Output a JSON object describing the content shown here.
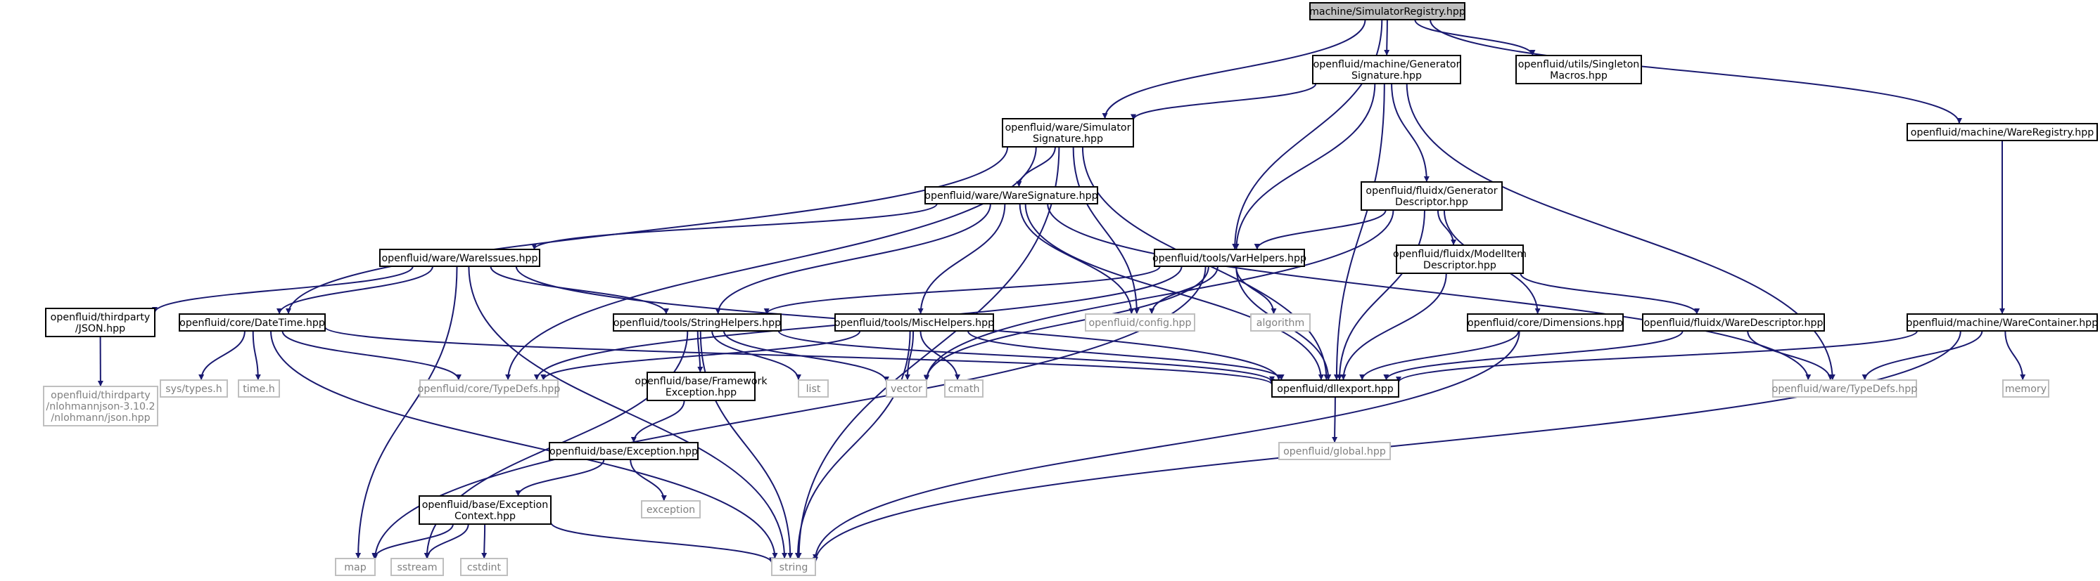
{
  "colors": {
    "edge": "#191970",
    "root_fill": "#bfbfbf",
    "node_border": "#000000",
    "external_border": "#bfbfbf",
    "external_text": "#808080",
    "text": "#000000"
  },
  "nodes": [
    {
      "id": "simreg",
      "lines": [
        "machine/SimulatorRegistry.hpp"
      ],
      "kind": "root"
    },
    {
      "id": "gensig",
      "lines": [
        "openfluid/machine/Generator",
        "Signature.hpp"
      ],
      "kind": "normal"
    },
    {
      "id": "singleton",
      "lines": [
        "openfluid/utils/Singleton",
        "Macros.hpp"
      ],
      "kind": "normal"
    },
    {
      "id": "simsig",
      "lines": [
        "openfluid/ware/Simulator",
        "Signature.hpp"
      ],
      "kind": "normal"
    },
    {
      "id": "wareregistry",
      "lines": [
        "openfluid/machine/WareRegistry.hpp"
      ],
      "kind": "normal"
    },
    {
      "id": "waresig",
      "lines": [
        "openfluid/ware/WareSignature.hpp"
      ],
      "kind": "normal"
    },
    {
      "id": "gendesc",
      "lines": [
        "openfluid/fluidx/Generator",
        "Descriptor.hpp"
      ],
      "kind": "normal"
    },
    {
      "id": "wareissues",
      "lines": [
        "openfluid/ware/WareIssues.hpp"
      ],
      "kind": "normal"
    },
    {
      "id": "varhelpers",
      "lines": [
        "openfluid/tools/VarHelpers.hpp"
      ],
      "kind": "normal"
    },
    {
      "id": "modelitem",
      "lines": [
        "openfluid/fluidx/ModelItem",
        "Descriptor.hpp"
      ],
      "kind": "normal"
    },
    {
      "id": "json",
      "lines": [
        "openfluid/thirdparty",
        "/JSON.hpp"
      ],
      "kind": "normal"
    },
    {
      "id": "datetime",
      "lines": [
        "openfluid/core/DateTime.hpp"
      ],
      "kind": "normal"
    },
    {
      "id": "stringhelpers",
      "lines": [
        "openfluid/tools/StringHelpers.hpp"
      ],
      "kind": "normal"
    },
    {
      "id": "mischelpers",
      "lines": [
        "openfluid/tools/MiscHelpers.hpp"
      ],
      "kind": "normal"
    },
    {
      "id": "config",
      "lines": [
        "openfluid/config.hpp"
      ],
      "kind": "external"
    },
    {
      "id": "algorithm",
      "lines": [
        "algorithm"
      ],
      "kind": "external"
    },
    {
      "id": "dimensions",
      "lines": [
        "openfluid/core/Dimensions.hpp"
      ],
      "kind": "normal"
    },
    {
      "id": "waredesc",
      "lines": [
        "openfluid/fluidx/WareDescriptor.hpp"
      ],
      "kind": "normal"
    },
    {
      "id": "warecontainer",
      "lines": [
        "openfluid/machine/WareContainer.hpp"
      ],
      "kind": "normal"
    },
    {
      "id": "nlohmann",
      "lines": [
        "openfluid/thirdparty",
        "/nlohmannjson-3.10.2",
        "/nlohmann/json.hpp"
      ],
      "kind": "external"
    },
    {
      "id": "systypes",
      "lines": [
        "sys/types.h"
      ],
      "kind": "external"
    },
    {
      "id": "timeh",
      "lines": [
        "time.h"
      ],
      "kind": "external"
    },
    {
      "id": "coretypedefs",
      "lines": [
        "openfluid/core/TypeDefs.hpp"
      ],
      "kind": "external"
    },
    {
      "id": "frameworkexc",
      "lines": [
        "openfluid/base/Framework",
        "Exception.hpp"
      ],
      "kind": "normal"
    },
    {
      "id": "list",
      "lines": [
        "list"
      ],
      "kind": "external"
    },
    {
      "id": "vector",
      "lines": [
        "vector"
      ],
      "kind": "external"
    },
    {
      "id": "cmath",
      "lines": [
        "cmath"
      ],
      "kind": "external"
    },
    {
      "id": "dllexport",
      "lines": [
        "openfluid/dllexport.hpp"
      ],
      "kind": "normal"
    },
    {
      "id": "waretypedefs",
      "lines": [
        "openfluid/ware/TypeDefs.hpp"
      ],
      "kind": "external"
    },
    {
      "id": "memory",
      "lines": [
        "memory"
      ],
      "kind": "external"
    },
    {
      "id": "exceptionhpp",
      "lines": [
        "openfluid/base/Exception.hpp"
      ],
      "kind": "normal"
    },
    {
      "id": "globalhpp",
      "lines": [
        "openfluid/global.hpp"
      ],
      "kind": "external"
    },
    {
      "id": "exception",
      "lines": [
        "exception"
      ],
      "kind": "external"
    },
    {
      "id": "exccontext",
      "lines": [
        "openfluid/base/Exception",
        "Context.hpp"
      ],
      "kind": "normal"
    },
    {
      "id": "map",
      "lines": [
        "map"
      ],
      "kind": "external"
    },
    {
      "id": "sstream",
      "lines": [
        "sstream"
      ],
      "kind": "external"
    },
    {
      "id": "cstdint",
      "lines": [
        "cstdint"
      ],
      "kind": "external"
    },
    {
      "id": "string",
      "lines": [
        "string"
      ],
      "kind": "external"
    }
  ],
  "edges": [
    [
      "simreg",
      "gensig"
    ],
    [
      "simreg",
      "singleton"
    ],
    [
      "simreg",
      "simsig"
    ],
    [
      "simreg",
      "wareregistry"
    ],
    [
      "simreg",
      "varhelpers"
    ],
    [
      "gensig",
      "simsig"
    ],
    [
      "gensig",
      "gendesc"
    ],
    [
      "gensig",
      "varhelpers"
    ],
    [
      "gensig",
      "dllexport"
    ],
    [
      "gensig",
      "waretypedefs"
    ],
    [
      "simsig",
      "waresig"
    ],
    [
      "simsig",
      "datetime"
    ],
    [
      "simsig",
      "coretypedefs"
    ],
    [
      "simsig",
      "config"
    ],
    [
      "simsig",
      "dllexport"
    ],
    [
      "simsig",
      "string"
    ],
    [
      "wareregistry",
      "warecontainer"
    ],
    [
      "waresig",
      "wareissues"
    ],
    [
      "waresig",
      "stringhelpers"
    ],
    [
      "waresig",
      "mischelpers"
    ],
    [
      "waresig",
      "config"
    ],
    [
      "waresig",
      "dllexport"
    ],
    [
      "waresig",
      "waretypedefs"
    ],
    [
      "gendesc",
      "varhelpers"
    ],
    [
      "gendesc",
      "modelitem"
    ],
    [
      "gendesc",
      "dimensions"
    ],
    [
      "gendesc",
      "dllexport"
    ],
    [
      "gendesc",
      "vector"
    ],
    [
      "wareissues",
      "json"
    ],
    [
      "wareissues",
      "datetime"
    ],
    [
      "wareissues",
      "stringhelpers"
    ],
    [
      "wareissues",
      "dllexport"
    ],
    [
      "wareissues",
      "map"
    ],
    [
      "wareissues",
      "string"
    ],
    [
      "varhelpers",
      "config"
    ],
    [
      "varhelpers",
      "algorithm"
    ],
    [
      "varhelpers",
      "stringhelpers"
    ],
    [
      "varhelpers",
      "dllexport"
    ],
    [
      "varhelpers",
      "coretypedefs"
    ],
    [
      "varhelpers",
      "vector"
    ],
    [
      "varhelpers",
      "map"
    ],
    [
      "modelitem",
      "waredesc"
    ],
    [
      "modelitem",
      "dllexport"
    ],
    [
      "json",
      "nlohmann"
    ],
    [
      "datetime",
      "systypes"
    ],
    [
      "datetime",
      "timeh"
    ],
    [
      "datetime",
      "coretypedefs"
    ],
    [
      "datetime",
      "dllexport"
    ],
    [
      "datetime",
      "string"
    ],
    [
      "stringhelpers",
      "frameworkexc"
    ],
    [
      "stringhelpers",
      "list"
    ],
    [
      "stringhelpers",
      "vector"
    ],
    [
      "stringhelpers",
      "dllexport"
    ],
    [
      "stringhelpers",
      "string"
    ],
    [
      "stringhelpers",
      "sstream"
    ],
    [
      "mischelpers",
      "coretypedefs"
    ],
    [
      "mischelpers",
      "vector"
    ],
    [
      "mischelpers",
      "cmath"
    ],
    [
      "mischelpers",
      "dllexport"
    ],
    [
      "mischelpers",
      "string"
    ],
    [
      "dimensions",
      "dllexport"
    ],
    [
      "dimensions",
      "string"
    ],
    [
      "waredesc",
      "dllexport"
    ],
    [
      "waredesc",
      "waretypedefs"
    ],
    [
      "warecontainer",
      "dllexport"
    ],
    [
      "warecontainer",
      "waretypedefs"
    ],
    [
      "warecontainer",
      "memory"
    ],
    [
      "warecontainer",
      "string"
    ],
    [
      "frameworkexc",
      "exceptionhpp"
    ],
    [
      "exceptionhpp",
      "exception"
    ],
    [
      "exceptionhpp",
      "exccontext"
    ],
    [
      "exccontext",
      "map"
    ],
    [
      "exccontext",
      "sstream"
    ],
    [
      "exccontext",
      "cstdint"
    ],
    [
      "exccontext",
      "string"
    ],
    [
      "dllexport",
      "globalhpp"
    ]
  ]
}
